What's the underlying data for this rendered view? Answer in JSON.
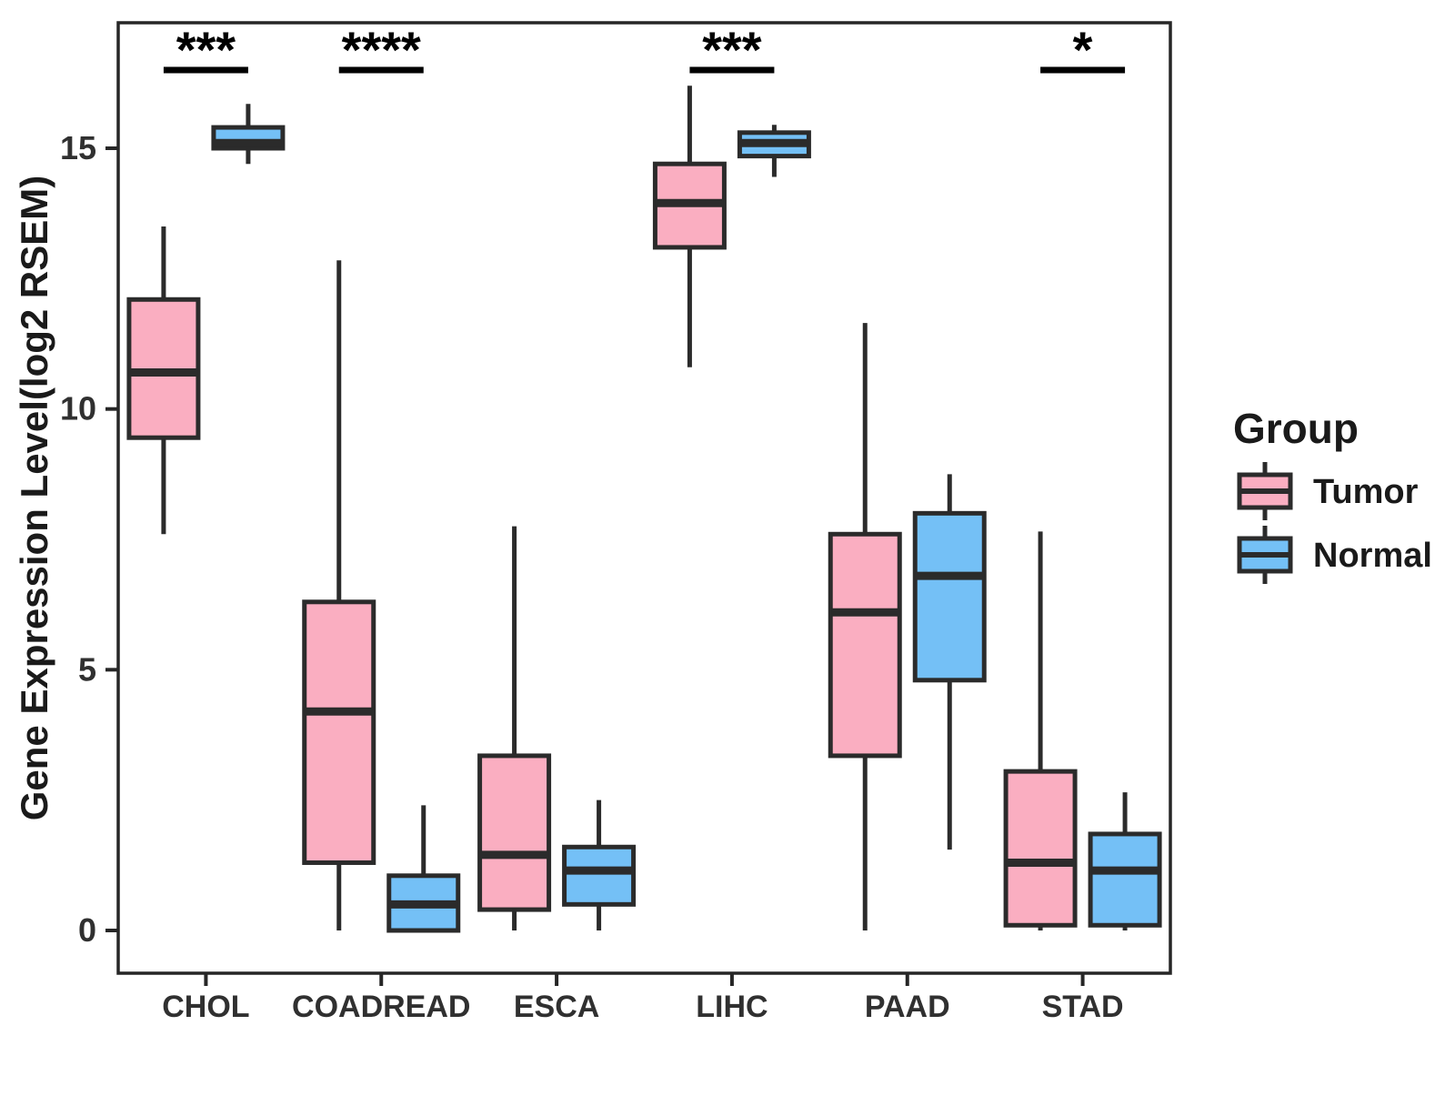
{
  "chart_data": {
    "type": "boxplot",
    "title": "",
    "xlabel": "",
    "ylabel": "Gene Expression Level(log2 RSEM)",
    "ylim": [
      -0.8,
      17.4
    ],
    "yticks": [
      0,
      5,
      10,
      15
    ],
    "grid": false,
    "legend_position": "right",
    "categories": [
      "CHOL",
      "COADREAD",
      "ESCA",
      "LIHC",
      "PAAD",
      "STAD"
    ],
    "groups": [
      "Tumor",
      "Normal"
    ],
    "colors": {
      "tumor_fill": "#FAAEC1",
      "normal_fill": "#74C0F6",
      "stroke": "#2B2B2B",
      "text": "#303030",
      "panel_border": "#262626"
    },
    "series": [
      {
        "category": "CHOL",
        "group": "Tumor",
        "min": 7.6,
        "q1": 9.45,
        "median": 10.7,
        "q3": 12.1,
        "max": 13.5
      },
      {
        "category": "CHOL",
        "group": "Normal",
        "min": 14.7,
        "q1": 15.0,
        "median": 15.1,
        "q3": 15.4,
        "max": 15.85
      },
      {
        "category": "COADREAD",
        "group": "Tumor",
        "min": 0.0,
        "q1": 1.3,
        "median": 4.2,
        "q3": 6.3,
        "max": 12.85
      },
      {
        "category": "COADREAD",
        "group": "Normal",
        "min": 0.0,
        "q1": 0.0,
        "median": 0.5,
        "q3": 1.05,
        "max": 2.4
      },
      {
        "category": "ESCA",
        "group": "Tumor",
        "min": 0.0,
        "q1": 0.4,
        "median": 1.45,
        "q3": 3.35,
        "max": 7.75
      },
      {
        "category": "ESCA",
        "group": "Normal",
        "min": 0.0,
        "q1": 0.5,
        "median": 1.15,
        "q3": 1.6,
        "max": 2.5
      },
      {
        "category": "LIHC",
        "group": "Tumor",
        "min": 10.8,
        "q1": 13.1,
        "median": 13.95,
        "q3": 14.7,
        "max": 16.2
      },
      {
        "category": "LIHC",
        "group": "Normal",
        "min": 14.45,
        "q1": 14.85,
        "median": 15.1,
        "q3": 15.3,
        "max": 15.45
      },
      {
        "category": "PAAD",
        "group": "Tumor",
        "min": 0.0,
        "q1": 3.35,
        "median": 6.1,
        "q3": 7.6,
        "max": 11.65
      },
      {
        "category": "PAAD",
        "group": "Normal",
        "min": 1.55,
        "q1": 4.8,
        "median": 6.8,
        "q3": 8.0,
        "max": 8.75
      },
      {
        "category": "STAD",
        "group": "Tumor",
        "min": 0.0,
        "q1": 0.1,
        "median": 1.3,
        "q3": 3.05,
        "max": 7.65
      },
      {
        "category": "STAD",
        "group": "Normal",
        "min": 0.0,
        "q1": 0.1,
        "median": 1.15,
        "q3": 1.85,
        "max": 2.65
      }
    ],
    "significance": [
      {
        "category": "CHOL",
        "label": "***"
      },
      {
        "category": "COADREAD",
        "label": "****"
      },
      {
        "category": "LIHC",
        "label": "***"
      },
      {
        "category": "STAD",
        "label": "*"
      }
    ],
    "legend": {
      "title": "Group",
      "items": [
        {
          "label": "Tumor",
          "color_key": "tumor_fill"
        },
        {
          "label": "Normal",
          "color_key": "normal_fill"
        }
      ]
    }
  }
}
